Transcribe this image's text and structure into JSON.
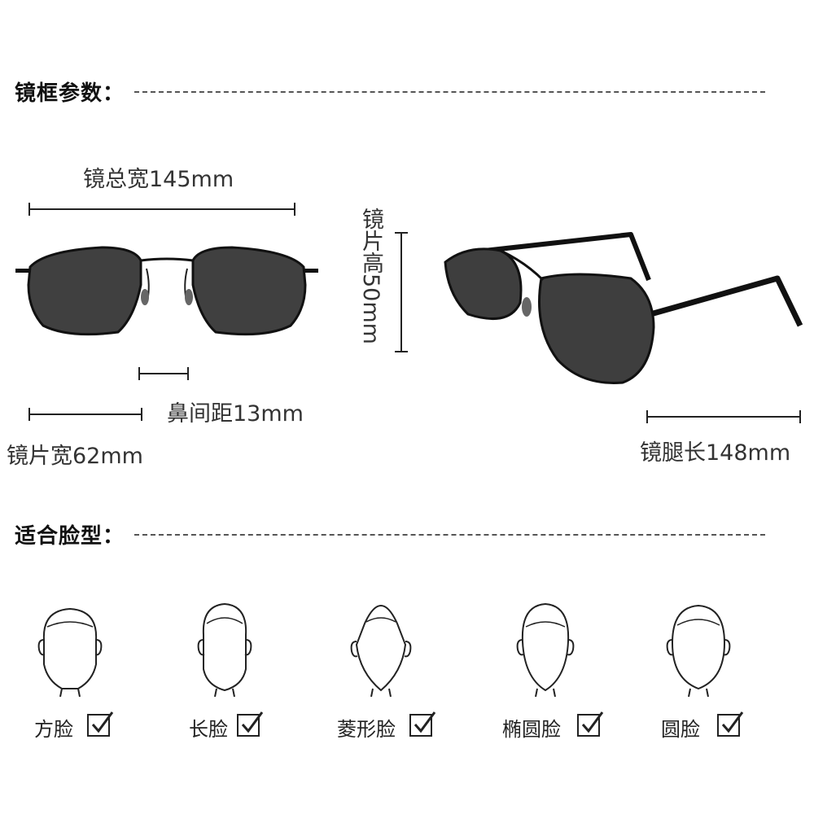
{
  "sections": {
    "frame_params_title": "镜框参数：",
    "face_types_title": "适合脸型："
  },
  "dimensions": {
    "total_width": "镜总宽145mm",
    "lens_height": "镜片高50mm",
    "bridge": "鼻间距13mm",
    "lens_width": "镜片宽62mm",
    "temple_length": "镜腿长148mm"
  },
  "faces": [
    {
      "label": "方脸",
      "icon": "square-face-icon"
    },
    {
      "label": "长脸",
      "icon": "long-face-icon"
    },
    {
      "label": "菱形脸",
      "icon": "diamond-face-icon"
    },
    {
      "label": "椭圆脸",
      "icon": "oval-face-icon"
    },
    {
      "label": "圆脸",
      "icon": "round-face-icon"
    }
  ],
  "colors": {
    "lens": "#3f3f3f",
    "frame": "#111111"
  }
}
